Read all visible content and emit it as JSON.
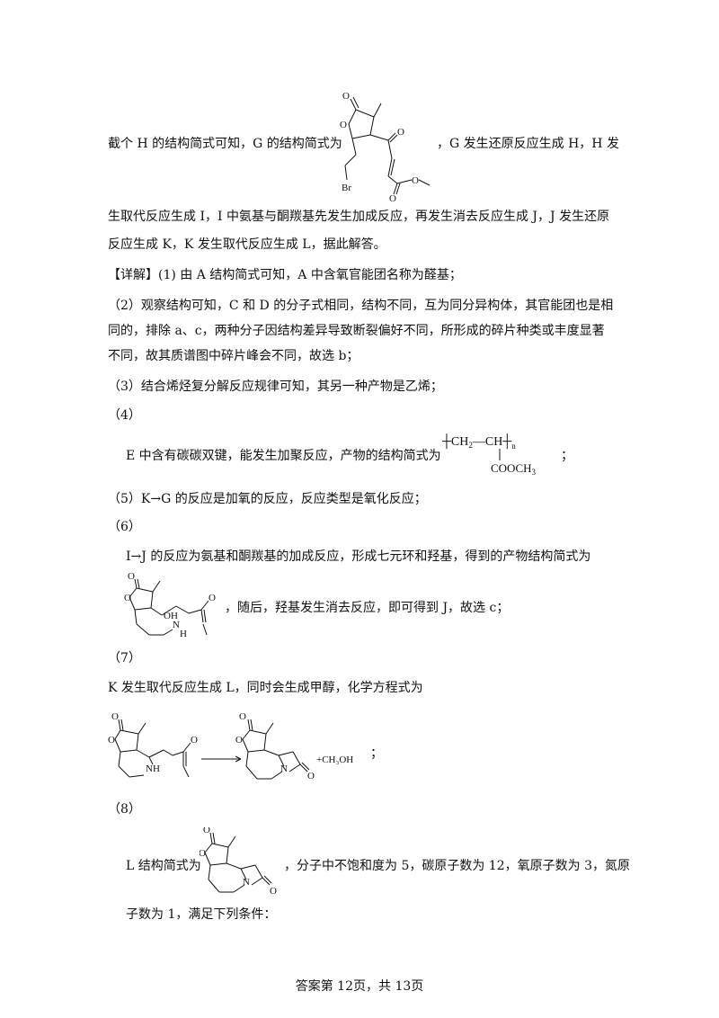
{
  "lines": {
    "l1a": "截个 H 的结构简式可知，G 的结构简式为",
    "l1b": "，G 发生还原反应生成 H，H 发",
    "l2": "生取代反应生成 I，I 中氨基与酮羰基先发生加成反应，再发生消去反应生成 J，J 发生还原",
    "l3": "反应生成 K，K 发生取代反应生成 L，据此解答。",
    "l4": "【详解】(1) 由 A 结构简式可知，A 中含氧官能团名称为醛基；",
    "l5": "（2）观察结构可知，C 和 D 的分子式相同，结构不同，互为同分异构体，其官能团也是相",
    "l6": "同的，排除 a、c，两种分子因结构差异导致断裂偏好不同，所形成的碎片种类或丰度显著",
    "l7": "不同，故其质谱图中碎片峰会不同，故选 b；",
    "l8": "（3）结合烯烃复分解反应规律可知，其另一种产物是乙烯；",
    "l9": "（4）",
    "l10a": "E 中含有碳碳双键，能发生加聚反应，产物的结构简式为",
    "l10b": "；",
    "l11": "（5）K→G 的反应是加氧的反应，反应类型是氧化反应；",
    "l12": "（6）",
    "l13": "I→J 的反应为氨基和酮羰基的加成反应，形成七元环和羟基，得到的产物结构简式为",
    "l14": "，随后，羟基发生消去反应，即可得到 J，故选 c；",
    "l15": "（7）",
    "l16": "K 发生取代反应生成 L，同时会生成甲醇，化学方程式为",
    "l17": "；",
    "l18": "（8）",
    "l19a": "L 结构简式为",
    "l19b": "，分子中不饱和度为 5，碳原子数为 12，氧原子数为 3，氮原",
    "l20": "子数为 1，满足下列条件："
  },
  "chem_labels": {
    "O": "O",
    "Br": "Br",
    "OH": "OH",
    "N": "N",
    "H": "H",
    "NH": "NH",
    "poly_left": "┼CH",
    "poly_mid": "—CH┼",
    "poly_sub2": "2",
    "poly_n": "n",
    "poly_coo": "COOCH",
    "poly_sub3": "3",
    "methanol": "+CH₃OH"
  },
  "footer": "答案第 12页，共 13页"
}
